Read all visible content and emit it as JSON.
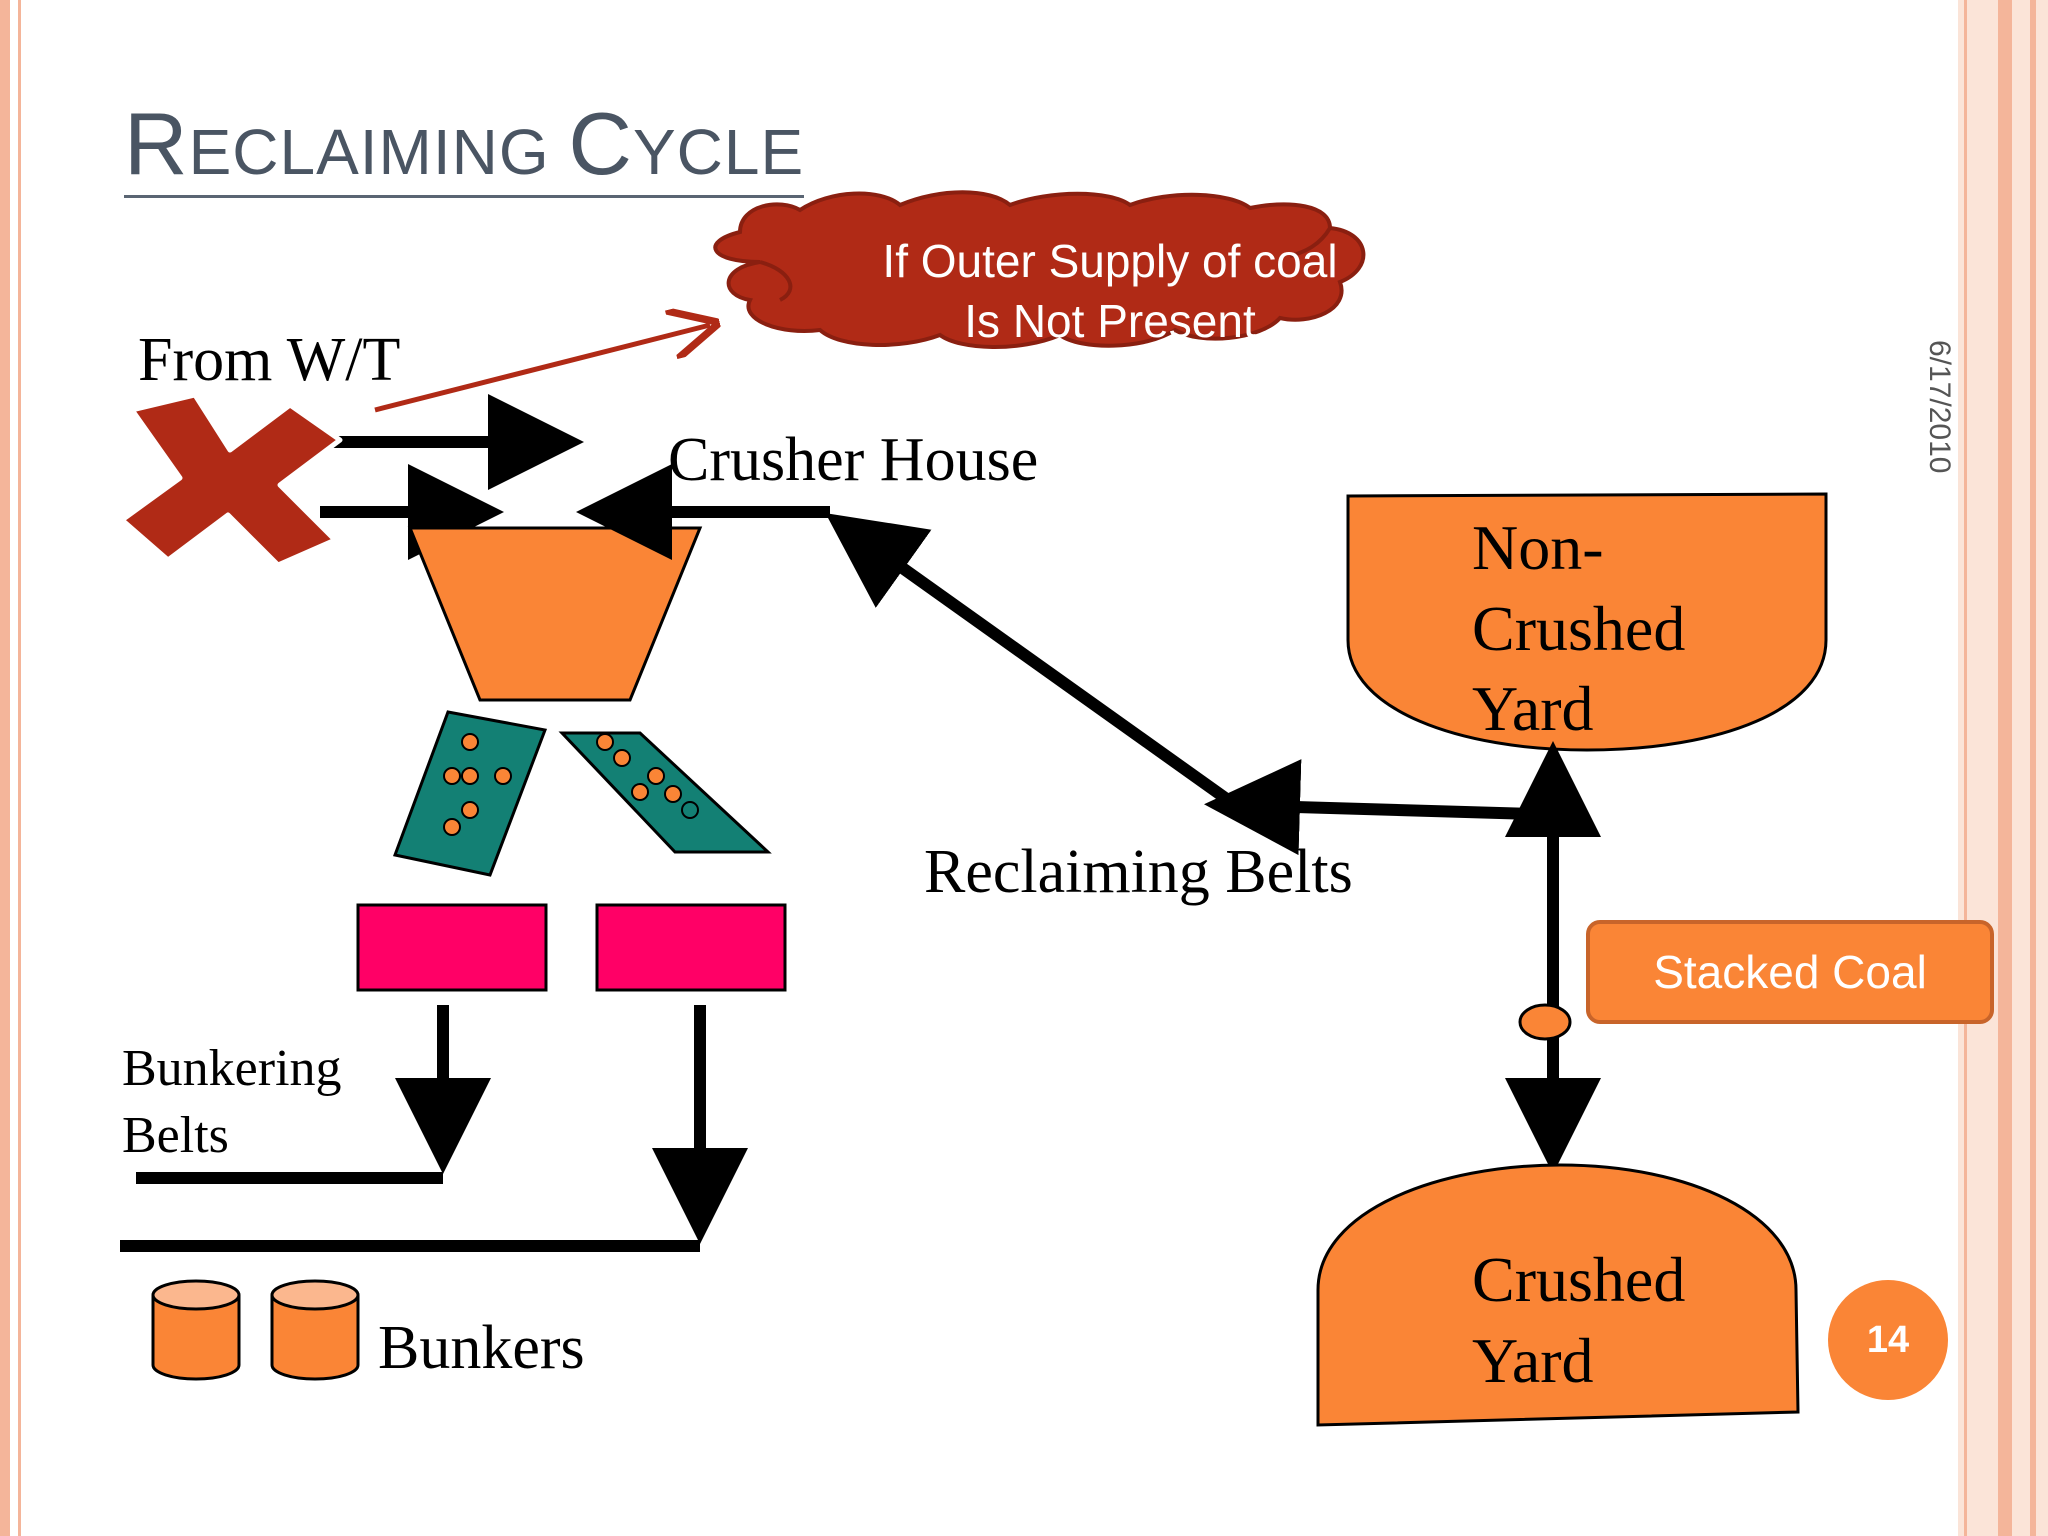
{
  "title": {
    "first_cap": "R",
    "first_rest": "ECLAIMING ",
    "second_cap": "C",
    "second_rest": "YCLE"
  },
  "date": "6/17/2010",
  "callout": {
    "line1": "If Outer Supply of coal",
    "line2": "Is Not Present"
  },
  "labels": {
    "from_wt": "From W/T",
    "crusher_house": "Crusher House",
    "reclaiming_belts": "Reclaiming Belts",
    "bunkering_belts_line1": "Bunkering",
    "bunkering_belts_line2": "Belts",
    "bunkers": "Bunkers",
    "non_crushed_line1": "Non-",
    "non_crushed_line2": "Crushed",
    "non_crushed_line3": "Yard",
    "crushed_line1": "Crushed",
    "crushed_line2": "Yard"
  },
  "stacked_coal": "Stacked Coal",
  "page_number": "14",
  "colors": {
    "orange": "#fa8536",
    "teal": "#138074",
    "magenta": "#ff0066",
    "cloud": "#b02a16",
    "cross": "#b02a16",
    "border_peach": "#f4b59a"
  },
  "icons": [
    "cross-icon",
    "cloud-shape",
    "cylinder-icon"
  ]
}
